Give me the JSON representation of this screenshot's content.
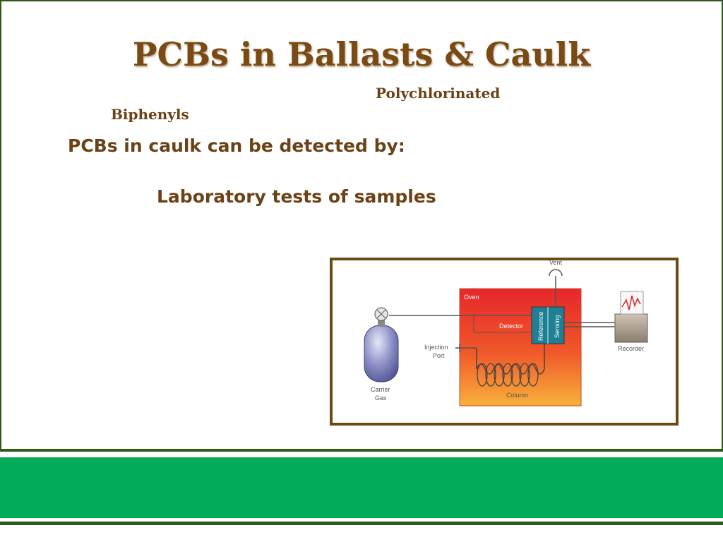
{
  "slide": {
    "title": "PCBs in Ballasts & Caulk",
    "subtitle_line1": "Polychlorinated",
    "subtitle_line2": "Biphenyls",
    "heading": "PCBs in caulk can be detected by:",
    "bullet": "Laboratory tests of samples"
  },
  "diagram": {
    "vent": "Vent",
    "oven": "Oven",
    "detector": "Detector",
    "reference": "Reference",
    "sensing": "Sensing",
    "injection_line1": "Injection",
    "injection_line2": "Port",
    "column": "Column",
    "carrier_line1": "Carrier",
    "carrier_line2": "Gas",
    "recorder": "Recorder"
  },
  "colors": {
    "title": "#7a4a14",
    "text": "#6b4217",
    "frame": "#2f5a1e",
    "band": "#00ab57",
    "diagram_border": "#6b4a14"
  }
}
